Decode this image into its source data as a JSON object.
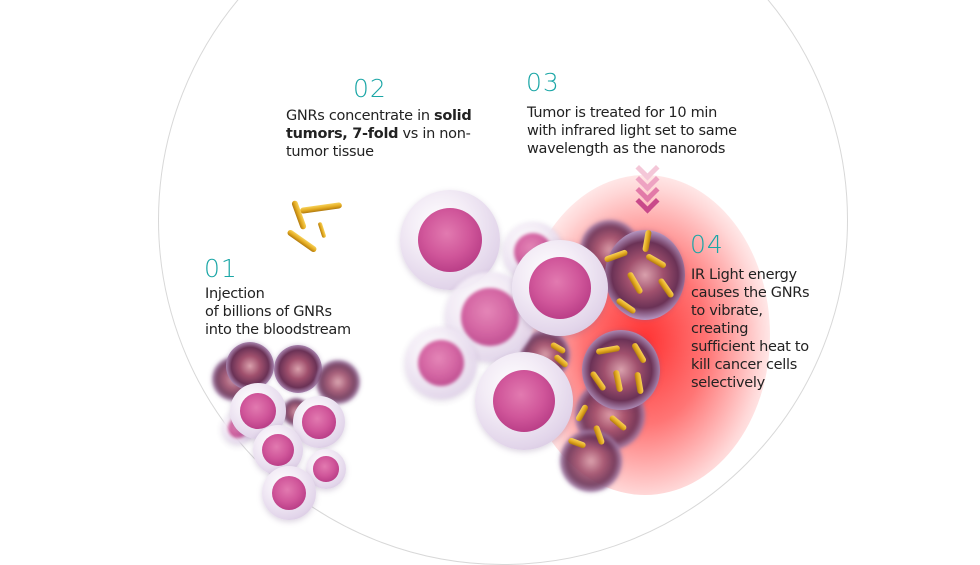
{
  "steps": [
    {
      "number": "01",
      "text_lines": [
        "Injection",
        "of billions of GNRs",
        "into the bloodstream"
      ]
    },
    {
      "number": "02",
      "text_pre": "GNRs concentrate in ",
      "text_bold1": "solid",
      "text_bold2": "tumors, 7-fold",
      "text_post": " vs in non-",
      "text_line3": "tumor tissue"
    },
    {
      "number": "03",
      "text_lines": [
        "Tumor is treated  for 10 min",
        "with  infrared light set to same",
        "wavelength as the nanorods"
      ]
    },
    {
      "number": "04",
      "text_lines": [
        "IR Light energy",
        "causes the GNRs",
        "to vibrate,",
        "creating",
        "sufficient heat to",
        "kill cancer cells",
        "selectively"
      ]
    }
  ],
  "colors": {
    "step_number": "#1aa6a6",
    "text": "#222222",
    "heat_glow": "#ff2828",
    "chevrons": [
      "#f4c7d8",
      "#eea3c2",
      "#e27aa8",
      "#c94a8a"
    ],
    "nanorod": "#e2a81e",
    "nucleus": "#d0569a"
  },
  "icons": {
    "down_arrows": "chevron-down-stack-icon",
    "nanorods": "gold-nanorod-icon",
    "healthy_cell": "healthy-cell-icon",
    "cancer_cell": "cancer-cell-icon"
  }
}
